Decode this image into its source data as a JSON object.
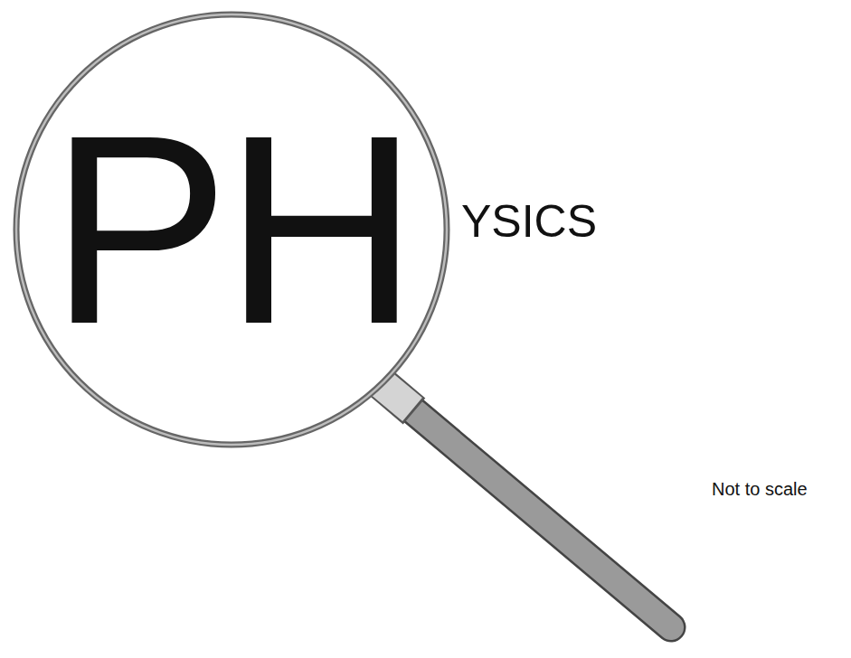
{
  "diagram": {
    "nodes": [
      {
        "text": [
          "PH"
        ]
      }
    ],
    "labels": [
      "YSICS",
      "Not to scale"
    ]
  }
}
